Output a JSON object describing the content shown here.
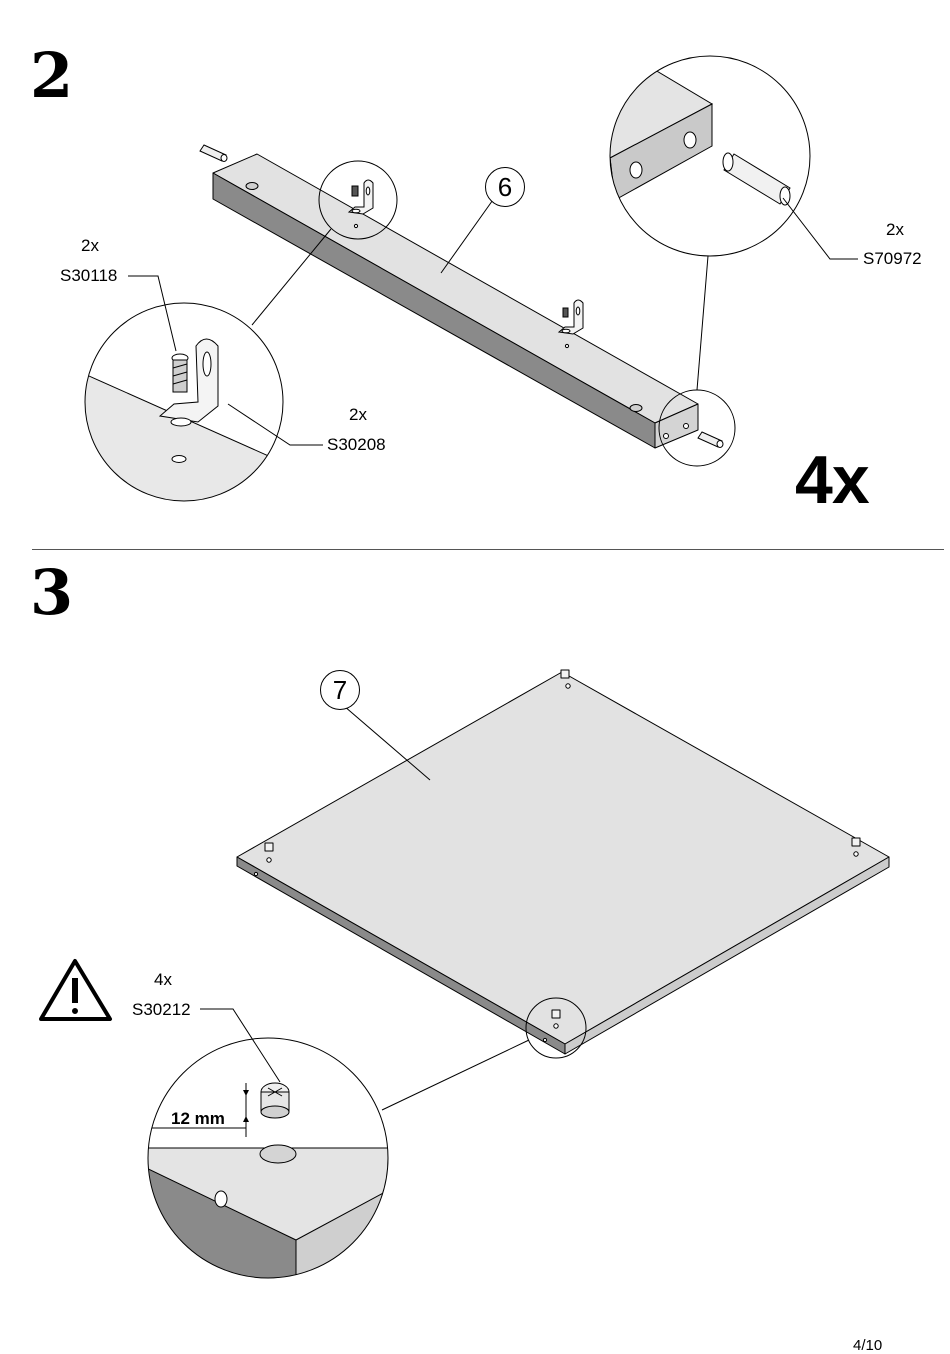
{
  "page": {
    "number": "4/10"
  },
  "step2": {
    "number": "2",
    "quantity": "4x",
    "part_number": "6",
    "hardware": [
      {
        "qty": "2x",
        "code": "S30118",
        "icon": "screw-icon"
      },
      {
        "qty": "2x",
        "code": "S30208",
        "icon": "angle-bracket-icon"
      },
      {
        "qty": "2x",
        "code": "S70972",
        "icon": "wood-dowel-icon"
      }
    ]
  },
  "step3": {
    "number": "3",
    "part_number": "7",
    "warning_icon": "warning-triangle-icon",
    "hardware": [
      {
        "qty": "4x",
        "code": "S30212",
        "icon": "cam-lock-icon"
      }
    ],
    "dimension": "12 mm"
  },
  "colors": {
    "panel_fill": "#e2e2e2",
    "panel_edge": "#8a8a8a",
    "line": "#000000"
  }
}
